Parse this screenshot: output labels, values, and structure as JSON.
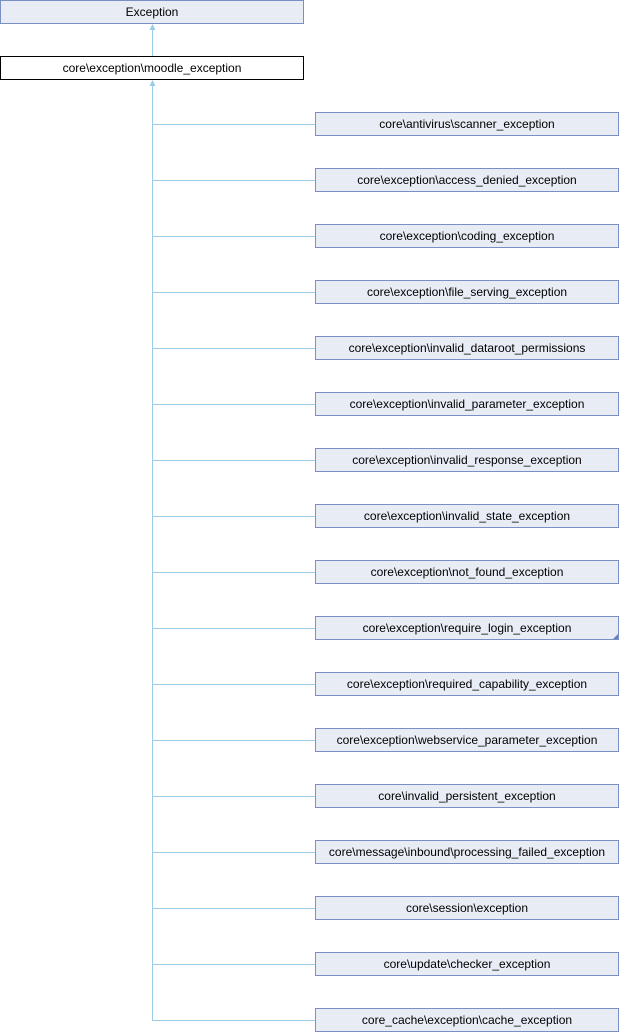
{
  "root": {
    "label": "Exception"
  },
  "current": {
    "label": "core\\exception\\moodle_exception"
  },
  "children": [
    {
      "label": "core\\antivirus\\scanner_exception",
      "has_more": false
    },
    {
      "label": "core\\exception\\access_denied_exception",
      "has_more": false
    },
    {
      "label": "core\\exception\\coding_exception",
      "has_more": false
    },
    {
      "label": "core\\exception\\file_serving_exception",
      "has_more": false
    },
    {
      "label": "core\\exception\\invalid_dataroot_permissions",
      "has_more": false
    },
    {
      "label": "core\\exception\\invalid_parameter_exception",
      "has_more": false
    },
    {
      "label": "core\\exception\\invalid_response_exception",
      "has_more": false
    },
    {
      "label": "core\\exception\\invalid_state_exception",
      "has_more": false
    },
    {
      "label": "core\\exception\\not_found_exception",
      "has_more": false
    },
    {
      "label": "core\\exception\\require_login_exception",
      "has_more": true
    },
    {
      "label": "core\\exception\\required_capability_exception",
      "has_more": false
    },
    {
      "label": "core\\exception\\webservice_parameter_exception",
      "has_more": false
    },
    {
      "label": "core\\invalid_persistent_exception",
      "has_more": false
    },
    {
      "label": "core\\message\\inbound\\processing_failed_exception",
      "has_more": false
    },
    {
      "label": "core\\session\\exception",
      "has_more": false
    },
    {
      "label": "core\\update\\checker_exception",
      "has_more": false
    },
    {
      "label": "core_cache\\exception\\cache_exception",
      "has_more": false
    }
  ],
  "colors": {
    "edge": "#9ccbe8",
    "node_fill": "#e8ecf5",
    "node_border": "#7a8fc4"
  }
}
